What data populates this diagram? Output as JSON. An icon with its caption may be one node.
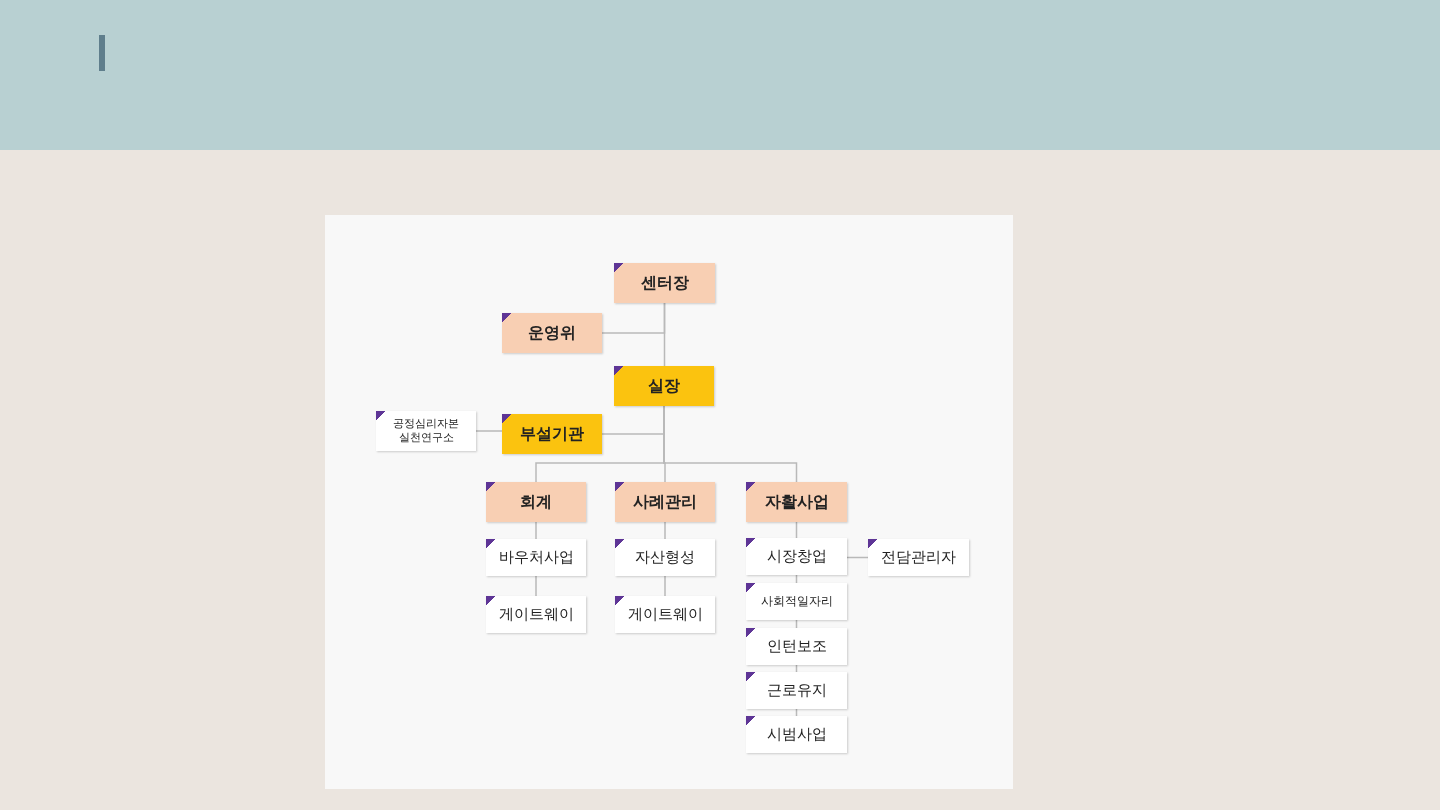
{
  "diagram": {
    "nodes": [
      {
        "text": [
          "센터장"
        ]
      },
      {
        "text": [
          "운영위"
        ]
      },
      {
        "text": [
          "실장"
        ]
      },
      {
        "text": [
          "공정심리자본 실천연구소"
        ]
      },
      {
        "text": [
          "부설기관"
        ]
      },
      {
        "text": [
          "회계"
        ]
      },
      {
        "text": [
          "사례관리"
        ]
      },
      {
        "text": [
          "자활사업"
        ]
      },
      {
        "text": [
          "바우처사업"
        ]
      },
      {
        "text": [
          "게이트웨이"
        ]
      },
      {
        "text": [
          "자산형성"
        ]
      },
      {
        "text": [
          "게이트웨이"
        ]
      },
      {
        "text": [
          "시장창업"
        ]
      },
      {
        "text": [
          "전담관리자"
        ]
      },
      {
        "text": [
          "사회적일자리"
        ]
      },
      {
        "text": [
          "인턴보조"
        ]
      },
      {
        "text": [
          "근로유지"
        ]
      },
      {
        "text": [
          "시범사업"
        ]
      }
    ],
    "edges": [
      {
        "from": 0,
        "to": 1,
        "arrow": "none"
      },
      {
        "from": 0,
        "to": 2,
        "arrow": "none"
      },
      {
        "from": 2,
        "to": 4,
        "arrow": "none"
      },
      {
        "from": 4,
        "to": 3,
        "arrow": "none"
      },
      {
        "from": 2,
        "to": 5,
        "arrow": "none"
      },
      {
        "from": 2,
        "to": 6,
        "arrow": "none"
      },
      {
        "from": 2,
        "to": 7,
        "arrow": "none"
      },
      {
        "from": 5,
        "to": 8,
        "arrow": "none"
      },
      {
        "from": 8,
        "to": 9,
        "arrow": "none"
      },
      {
        "from": 6,
        "to": 10,
        "arrow": "none"
      },
      {
        "from": 10,
        "to": 11,
        "arrow": "none"
      },
      {
        "from": 7,
        "to": 12,
        "arrow": "none"
      },
      {
        "from": 12,
        "to": 13,
        "arrow": "none"
      },
      {
        "from": 12,
        "to": 14,
        "arrow": "none"
      },
      {
        "from": 14,
        "to": 15,
        "arrow": "none"
      },
      {
        "from": 15,
        "to": 16,
        "arrow": "none"
      },
      {
        "from": 16,
        "to": 17,
        "arrow": "none"
      }
    ]
  }
}
